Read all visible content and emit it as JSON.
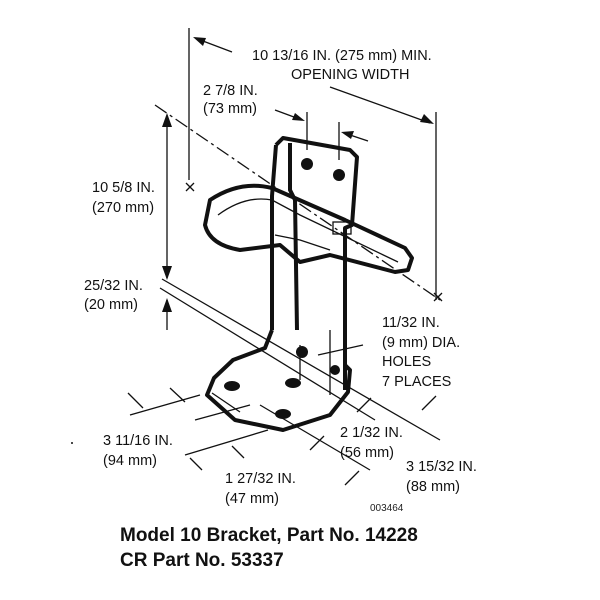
{
  "dimensions": {
    "opening_width": {
      "line1": "10 13/16 IN. (275 mm) MIN.",
      "line2": "OPENING WIDTH"
    },
    "top_width": {
      "line1": "2 7/8 IN.",
      "line2": "(73 mm)"
    },
    "height": {
      "line1": "10 5/8 IN.",
      "line2": "(270 mm)"
    },
    "offset": {
      "line1": "25/32 IN.",
      "line2": "(20 mm)"
    },
    "holes": {
      "line1": "11/32 IN.",
      "line2": "(9 mm) DIA.",
      "line3": "HOLES",
      "line4": "7 PLACES"
    },
    "base_right_inner": {
      "line1": "2 1/32 IN.",
      "line2": "(56 mm)"
    },
    "base_right_outer": {
      "line1": "3 15/32 IN.",
      "line2": "(88 mm)"
    },
    "base_left_outer": {
      "line1": "3 11/16 IN.",
      "line2": "(94  mm)"
    },
    "base_left_inner": {
      "line1": "1 27/32 IN.",
      "line2": "(47 mm)"
    }
  },
  "figure_number": "003464",
  "caption": {
    "line1": "Model 10 Bracket, Part No. 14228",
    "line2": "CR Part No. 53337"
  }
}
